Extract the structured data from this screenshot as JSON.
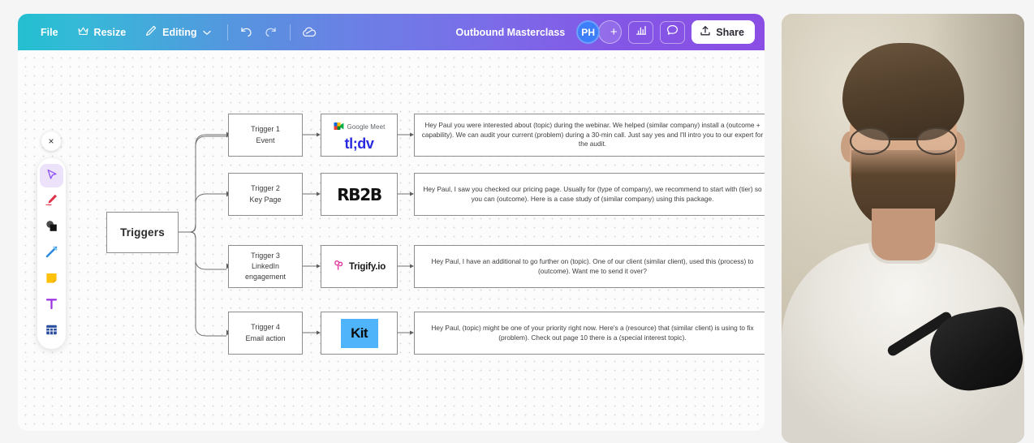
{
  "toolbar": {
    "file_label": "File",
    "resize_label": "Resize",
    "editing_label": "Editing",
    "undo_icon": "undo-icon",
    "redo_icon": "redo-icon",
    "cloud_icon": "cloud-sync-icon",
    "resize_icon": "crown-icon",
    "pencil_icon": "pencil-icon",
    "chevron_icon": "chevron-down-icon",
    "doc_title": "Outbound Masterclass",
    "avatar_initials": "PH",
    "add_collaborator_label": "+",
    "stats_icon": "bar-chart-icon",
    "comment_icon": "comment-icon",
    "share_label": "Share",
    "share_icon": "upload-icon",
    "gradient_from": "#23bfd0",
    "gradient_to": "#8a4ee4"
  },
  "tool_rail": {
    "close_label": "×",
    "tools": [
      {
        "name": "select-tool",
        "glyph": "select-cursor-icon",
        "active": true
      },
      {
        "name": "pen-tool",
        "glyph": "marker-pen-icon",
        "active": false
      },
      {
        "name": "shapes-tool",
        "glyph": "shapes-icon",
        "active": false
      },
      {
        "name": "line-tool",
        "glyph": "line-icon",
        "active": false
      },
      {
        "name": "sticky-note-tool",
        "glyph": "sticky-note-icon",
        "active": false
      },
      {
        "name": "text-tool",
        "glyph": "text-T-icon",
        "active": false
      },
      {
        "name": "table-tool",
        "glyph": "table-icon",
        "active": false
      }
    ]
  },
  "diagram": {
    "root_label": "Triggers",
    "rows": [
      {
        "trigger_line1": "Trigger 1",
        "trigger_line2": "Event",
        "logo": {
          "kind": "gmeet-tldv",
          "vendor_label": "Google Meet",
          "product_label": "tl;dv"
        },
        "message": "Hey Paul you were interested about (topic) during the webinar. We helped (similar company) install a (outcome + capability). We can audit your current (problem) during a 30-min call. Just say yes and I'll intro you to our expert for the audit."
      },
      {
        "trigger_line1": "Trigger 2",
        "trigger_line2": "Key Page",
        "logo": {
          "kind": "rb2b",
          "product_label": "RB2B"
        },
        "message": "Hey Paul, I saw you checked our pricing page. Usually for (type of company), we recommend to start with (tier) so you can (outcome). Here is a case study of (similar company) using this package."
      },
      {
        "trigger_line1": "Trigger 3",
        "trigger_line2": "LinkedIn",
        "trigger_line3": "engagement",
        "logo": {
          "kind": "trigify",
          "product_label": "Trigify.io"
        },
        "message": "Hey Paul, I have an additional to go further on (topic). One of our client (similar client), used this (process) to (outcome). Want me to send it over?"
      },
      {
        "trigger_line1": "Trigger 4",
        "trigger_line2": "Email action",
        "logo": {
          "kind": "kit",
          "product_label": "Kit"
        },
        "message": "Hey Paul, (topic) might be one of your priority right now. Here's a (resource) that (similar client) is using to fix (problem). Check out page 10 there is a (special interest topic)."
      }
    ]
  },
  "webcam": {
    "label": "presenter-video-feed"
  }
}
